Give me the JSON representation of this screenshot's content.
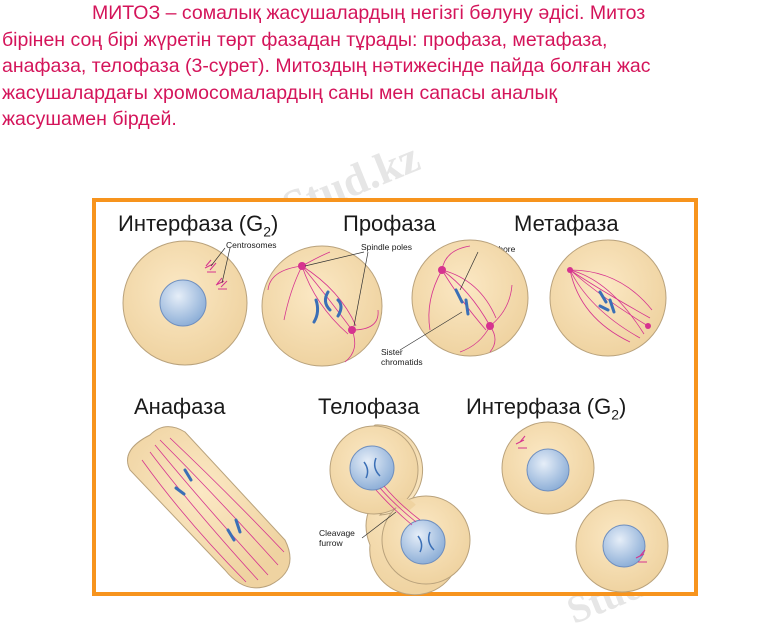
{
  "text": {
    "line1": "МИТОЗ – сомалық жасушалардың негізгі бөлуну әдісі. Митоз",
    "line2": "бірінен соң бірі жүретін төрт фазадан тұрады: профаза, метафаза,",
    "line3": "анафаза, телофаза (3-сурет). Митоздың нәтижесінде пайда болған жас",
    "line4": "жасушалардағы хромосомалардың саны мен сапасы аналық",
    "line5": "жасушамен бірдей."
  },
  "figure": {
    "phases": {
      "interphase_top": "Интерфаза (G",
      "interphase_top_sub": "2",
      "interphase_top_close": ")",
      "prophase": "Профаза",
      "metaphase": "Метафаза",
      "anaphase": "Анафаза",
      "telophase": "Телофаза",
      "interphase_bottom": "Интерфаза (G",
      "interphase_bottom_sub": "2",
      "interphase_bottom_close": ")"
    },
    "labels": {
      "centrosomes": "Centrosomes",
      "spindle_poles": "Spindle poles",
      "kinetochore": "Kinetochore",
      "sister_chromatids_1": "Sister",
      "sister_chromatids_2": "chromatids",
      "cleavage_1": "Cleavage",
      "cleavage_2": "furrow"
    }
  },
  "watermark": "Stud.kz",
  "colors": {
    "text": "#d4145a",
    "frame": "#f7941d",
    "cell": "#f5deb0",
    "nucleus": "#a9c4e4",
    "spindle": "#d6338f",
    "chromosome": "#3b6fb6"
  }
}
